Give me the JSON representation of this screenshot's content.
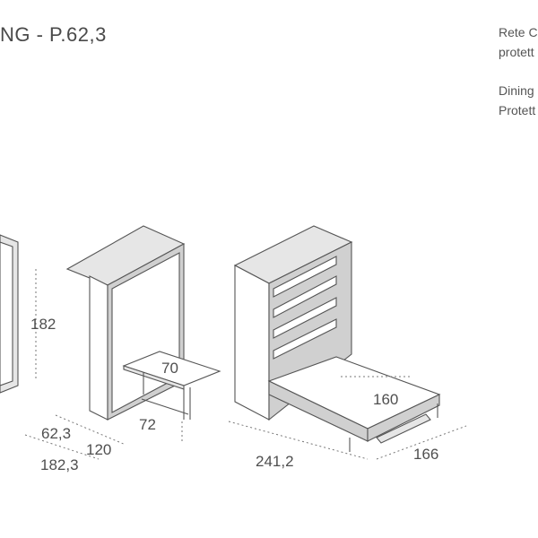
{
  "header": {
    "title": "NG - P.62,3"
  },
  "sidebar": [
    {
      "heading": "Rete C",
      "sub": "protett"
    },
    {
      "heading": "Dining",
      "sub": "Protett"
    }
  ],
  "dimensions": {
    "height": "182",
    "table_depth": "70",
    "table_width": "72",
    "depth_closed": "62,3",
    "width_closed": "120",
    "depth_open": "182,3",
    "bed_width": "160",
    "total_length": "241,2",
    "total_width": "166"
  }
}
